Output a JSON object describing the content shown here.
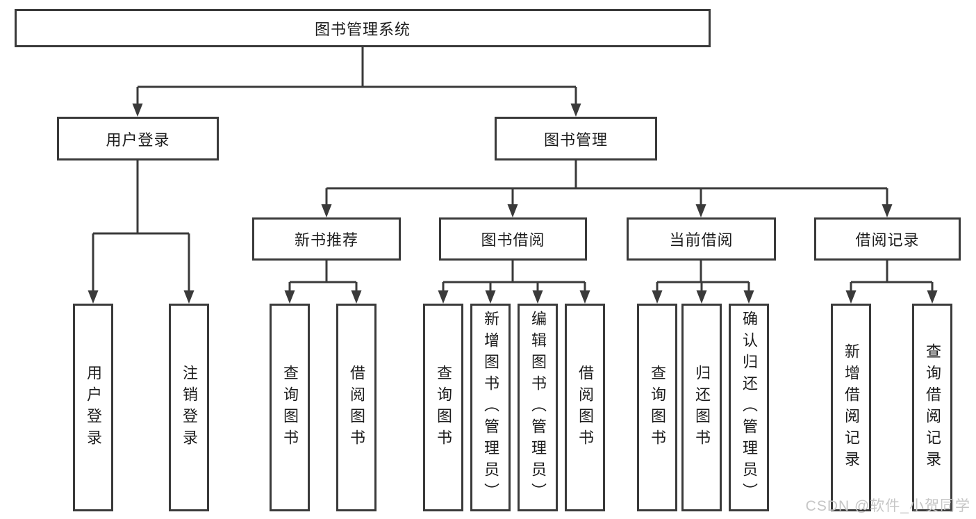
{
  "colors": {
    "line": "#3a3a3a",
    "text": "#1c1c1c",
    "background": "#ffffff",
    "watermark": "#c6c6c6"
  },
  "nodes": {
    "root": "图书管理系统",
    "level2": [
      "用户登录",
      "图书管理"
    ],
    "level3": [
      "新书推荐",
      "图书借阅",
      "当前借阅",
      "借阅记录"
    ],
    "leaves": {
      "login": [
        "用户登录",
        "注销登录"
      ],
      "new_books": [
        "查询图书",
        "借阅图书"
      ],
      "book_borrow": [
        "查询图书",
        "新增图书（管理员）",
        "编辑图书（管理员）",
        "借阅图书"
      ],
      "current_borrow": [
        "查询图书",
        "归还图书",
        "确认归还（管理员）"
      ],
      "borrow_records": [
        "新增借阅记录",
        "查询借阅记录"
      ]
    }
  },
  "watermark": "CSDN @软件_小贺同学"
}
